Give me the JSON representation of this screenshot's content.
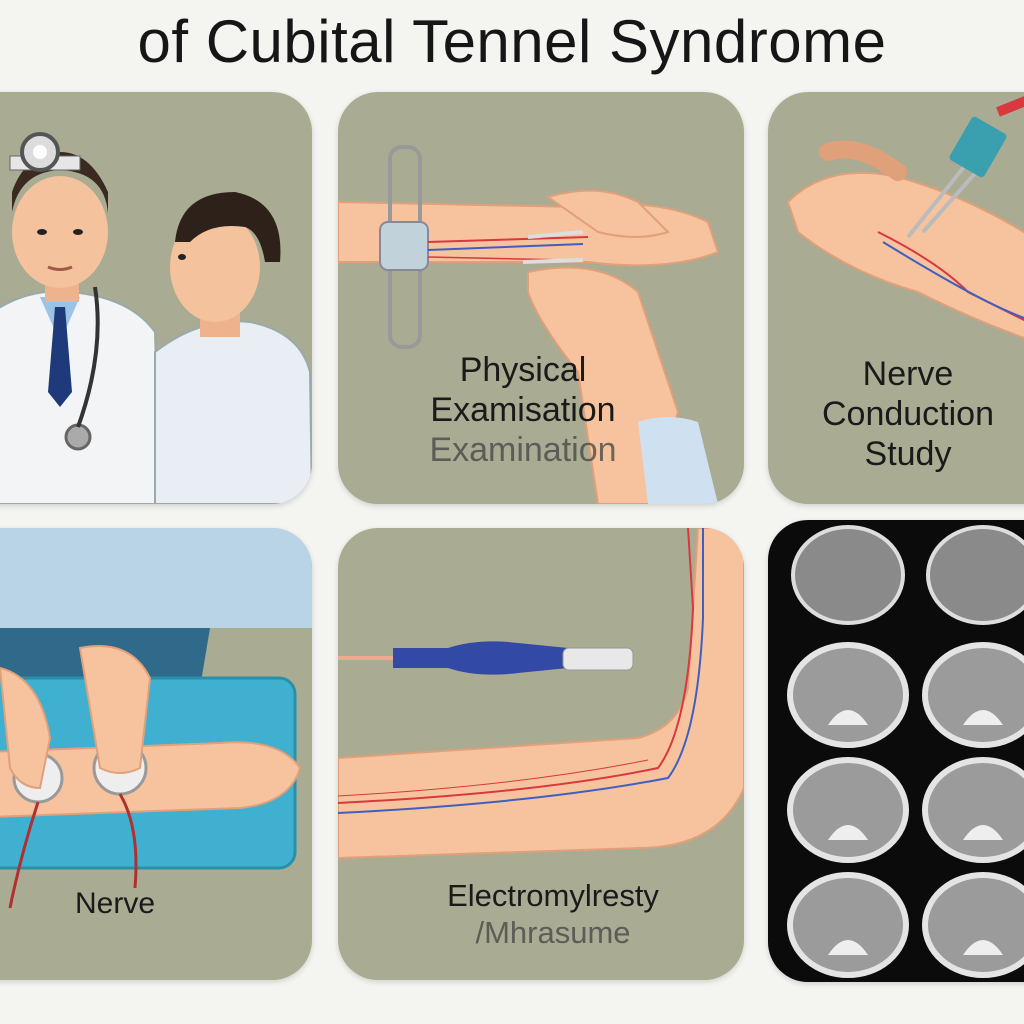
{
  "title": "of Cubital Tennel Syndrome",
  "panels": {
    "physical_exam": {
      "line1": "Physical",
      "line2": "Examisation",
      "line3": "Examination"
    },
    "nerve_conduction": {
      "line1": "Nerve",
      "line2": "Conduction",
      "line3": "Study"
    },
    "nerve": {
      "label": "Nerve"
    },
    "emg": {
      "line1": "Electromylresty",
      "line2": "/Mhrasume"
    }
  },
  "colors": {
    "panel": "#a9ab93",
    "skin": "#f6c39e",
    "coat": "#f2f4f6",
    "nerve_red": "#d8383e",
    "nerve_blue": "#3f5fc0",
    "mri_bg": "#0b0b0b"
  }
}
